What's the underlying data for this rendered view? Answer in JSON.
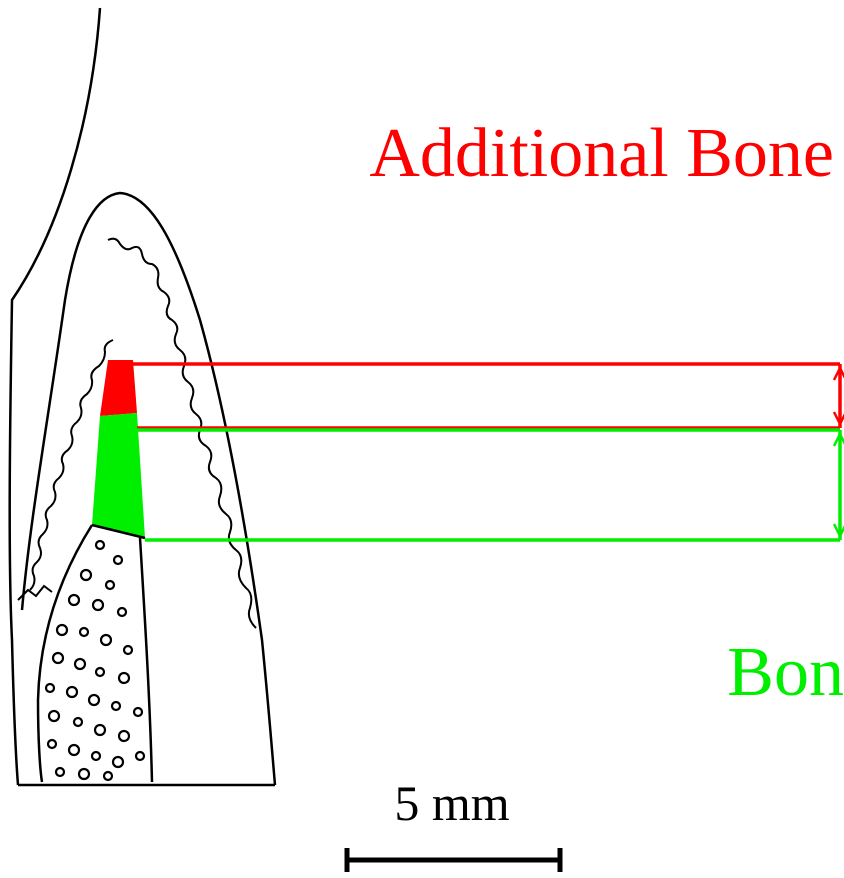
{
  "labels": {
    "additional_bone": "Additional Bone",
    "bone": "Bon",
    "scale_bar": "5 mm"
  },
  "colors": {
    "additional_bone": "#ff0000",
    "bone": "#00ee00",
    "outline": "#000000",
    "background": "#ffffff"
  }
}
